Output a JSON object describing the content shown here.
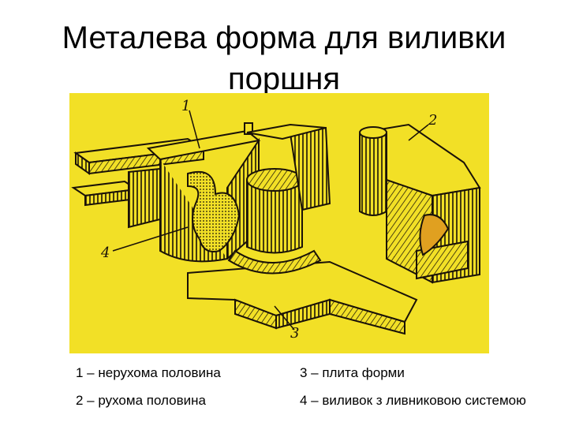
{
  "slide": {
    "title": "Металева форма для виливки поршня"
  },
  "figure": {
    "background_color": "#f2e026",
    "line_color": "#1a1208",
    "callouts": [
      "1",
      "2",
      "3",
      "4"
    ]
  },
  "legend": {
    "item_1": "1 – нерухома половина",
    "item_2": "2 – рухома половина",
    "item_3": "3 – плита форми",
    "item_4": "4 – виливок з ливниковою системою"
  }
}
